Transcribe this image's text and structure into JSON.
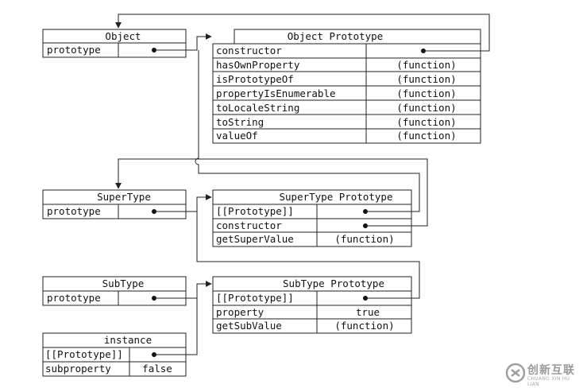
{
  "object": {
    "title": "Object",
    "prototype_label": "prototype"
  },
  "object_prototype": {
    "title": "Object Prototype",
    "rows": [
      {
        "key": "constructor",
        "value": ""
      },
      {
        "key": "hasOwnProperty",
        "value": "(function)"
      },
      {
        "key": "isPrototypeOf",
        "value": "(function)"
      },
      {
        "key": "propertyIsEnumerable",
        "value": "(function)"
      },
      {
        "key": "toLocaleString",
        "value": "(function)"
      },
      {
        "key": "toString",
        "value": "(function)"
      },
      {
        "key": "valueOf",
        "value": "(function)"
      }
    ]
  },
  "supertype": {
    "title": "SuperType",
    "prototype_label": "prototype"
  },
  "supertype_prototype": {
    "title": "SuperType Prototype",
    "rows": [
      {
        "key": "[[Prototype]]",
        "value": ""
      },
      {
        "key": "constructor",
        "value": ""
      },
      {
        "key": "getSuperValue",
        "value": "(function)"
      }
    ]
  },
  "subtype": {
    "title": "SubType",
    "prototype_label": "prototype"
  },
  "subtype_prototype": {
    "title": "SubType Prototype",
    "rows": [
      {
        "key": "[[Prototype]]",
        "value": ""
      },
      {
        "key": "property",
        "value": "true"
      },
      {
        "key": "getSubValue",
        "value": "(function)"
      }
    ]
  },
  "instance": {
    "title": "instance",
    "rows": [
      {
        "key": "[[Prototype]]",
        "value": ""
      },
      {
        "key": "subproperty",
        "value": "false"
      }
    ]
  },
  "watermark": {
    "text": "创新互联",
    "subtext": "CHUANG XIN HU LIAN"
  }
}
